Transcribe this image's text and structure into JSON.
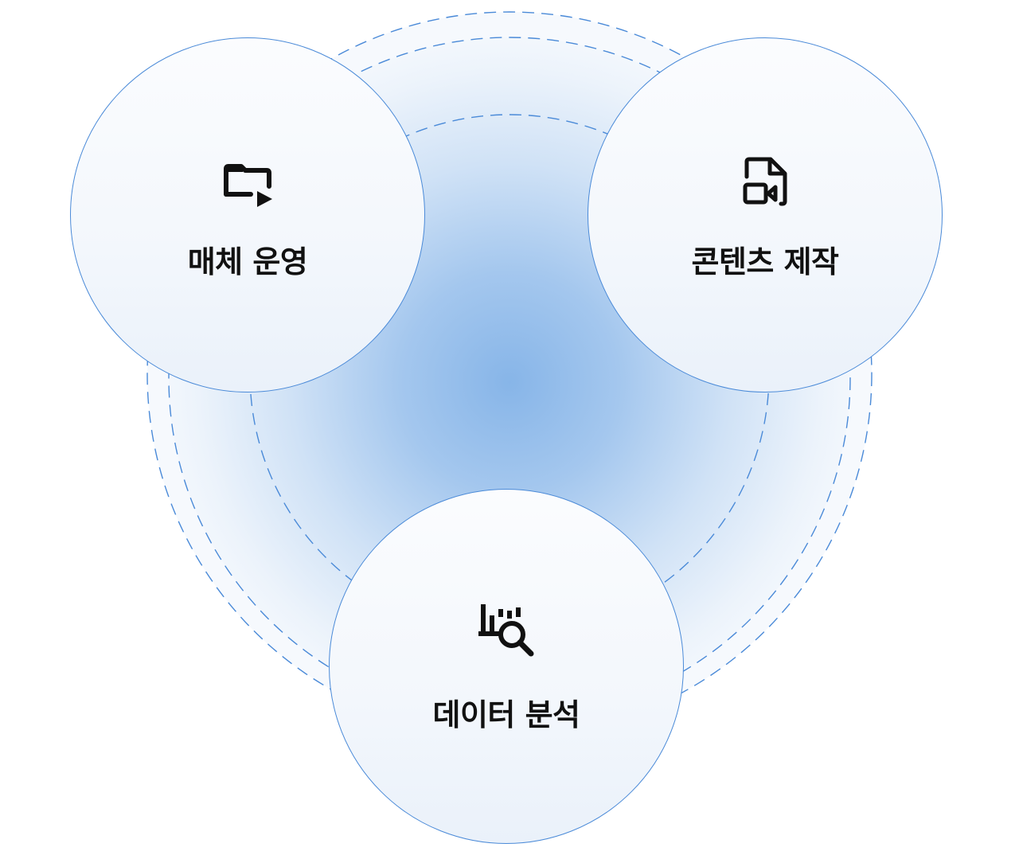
{
  "diagram": {
    "colors": {
      "accent": "#4a8ad8",
      "glow_center": "#87b5e8",
      "text": "#111111",
      "icon": "#111111"
    },
    "nodes": [
      {
        "id": "media",
        "label": "매체 운영",
        "icon": "folder-play-icon"
      },
      {
        "id": "content",
        "label": "콘텐츠 제작",
        "icon": "video-file-icon"
      },
      {
        "id": "data",
        "label": "데이터 분석",
        "icon": "chart-search-icon"
      }
    ]
  }
}
